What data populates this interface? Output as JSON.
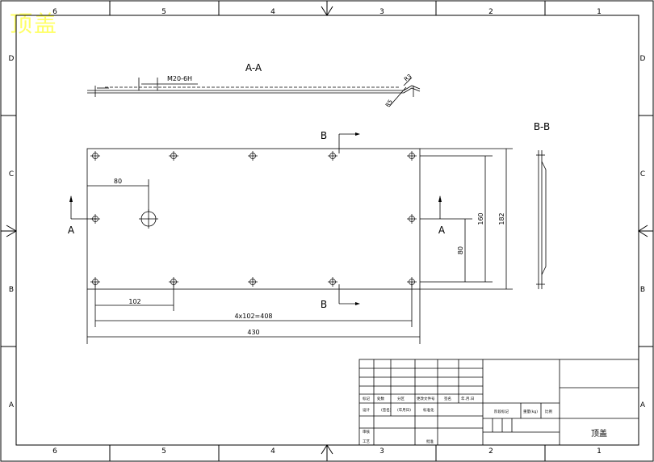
{
  "sheet": {
    "title_cn": "顶盖",
    "part_name": "顶盖",
    "col_labels": [
      "6",
      "5",
      "4",
      "3",
      "2",
      "1"
    ],
    "row_labels": [
      "D",
      "C",
      "B",
      "A"
    ]
  },
  "views": {
    "section_aa": {
      "title": "A-A",
      "thread_note": "M20-6H",
      "chamfer_1": "R3",
      "chamfer_2": "R5"
    },
    "section_bb": {
      "title": "B-B"
    },
    "plan": {
      "marker_a": "A",
      "marker_b": "B",
      "dim_hole_offset": "80",
      "dim_pitch": "102",
      "dim_pitch_total": "4x102=408",
      "dim_length": "430",
      "dim_height_half": "80",
      "dim_hole_span": "160",
      "dim_height": "182"
    }
  },
  "title_block": {
    "row1": [
      "标记",
      "处数",
      "分区",
      "更改文件号",
      "签名",
      "年.月.日"
    ],
    "row2": [
      "设计",
      "(签名)",
      "(年月日)",
      "标准化"
    ],
    "row3": [
      "审核"
    ],
    "row4": [
      "工艺",
      "批准"
    ],
    "mid": [
      "阶段标记",
      "重量(kg)",
      "比例"
    ]
  }
}
